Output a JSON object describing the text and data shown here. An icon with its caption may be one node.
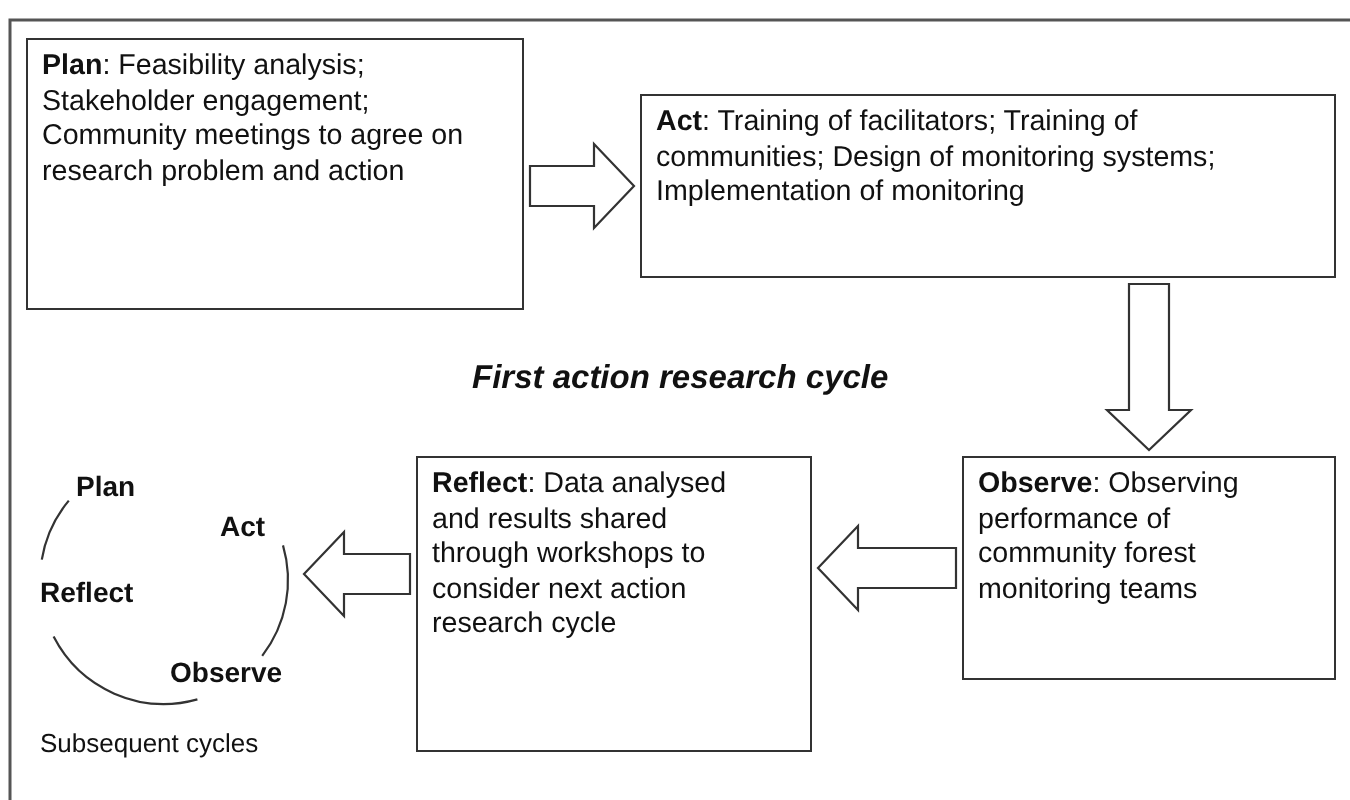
{
  "diagram": {
    "title": "First action research cycle",
    "nodes": [
      {
        "text": [
          "**Plan**: Feasibility analysis; Stakeholder engagement; Community meetings to agree on research problem and action"
        ]
      },
      {
        "text": [
          "**Act**: Training of facilitators; Training of communities; Design of monitoring systems; Implementation of monitoring"
        ]
      },
      {
        "text": [
          "**Observe**: Observing performance of community forest monitoring teams"
        ]
      },
      {
        "text": [
          "**Reflect**: Data analysed and results shared through workshops to consider next action research cycle"
        ]
      },
      {
        "text": [
          "Plan"
        ]
      },
      {
        "text": [
          "Act"
        ]
      },
      {
        "text": [
          "Reflect"
        ]
      },
      {
        "text": [
          "Observe"
        ]
      }
    ],
    "edges": [
      {
        "from": 0,
        "to": 1,
        "arrow": "to"
      },
      {
        "from": 1,
        "to": 2,
        "arrow": "to"
      },
      {
        "from": 2,
        "to": 3,
        "arrow": "to"
      },
      {
        "from": 3,
        "to": null,
        "arrow": "to"
      },
      {
        "from": 4,
        "to": 6,
        "arrow": "none"
      },
      {
        "from": 5,
        "to": 7,
        "arrow": "none"
      },
      {
        "from": 6,
        "to": 7,
        "arrow": "none"
      }
    ],
    "labels": [
      "Subsequent cycles"
    ]
  }
}
